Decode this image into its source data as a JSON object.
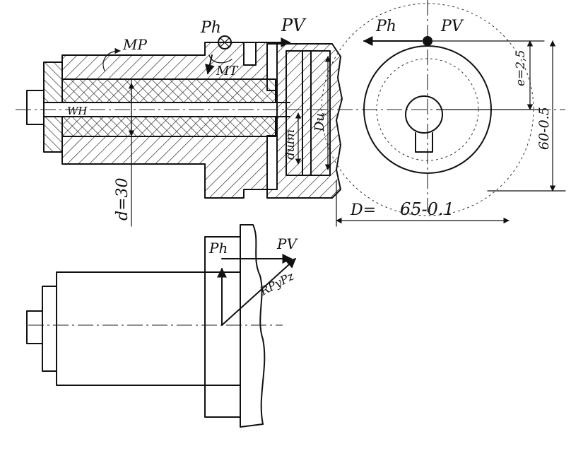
{
  "labels": {
    "moment_mp": "MP",
    "force_ph": "Ph",
    "force_pv": "PV",
    "moment_mt": "MT",
    "inner_wh": "WH",
    "dia_dq": "Dц",
    "dia_dsht": "dшт",
    "dim_d": "d=30",
    "circle_ph": "Ph",
    "circle_pv": "PV",
    "ecc_e": "e=2,5",
    "dim_60": "60-0.5",
    "dim_D_sym": "D=",
    "dim_D_val": "65-0.1",
    "lower_ph": "Ph",
    "lower_pv": "PV",
    "resultant": "RPyPz"
  },
  "colors": {
    "ink": "#111111",
    "paper": "#ffffff",
    "dot": "#111111"
  }
}
